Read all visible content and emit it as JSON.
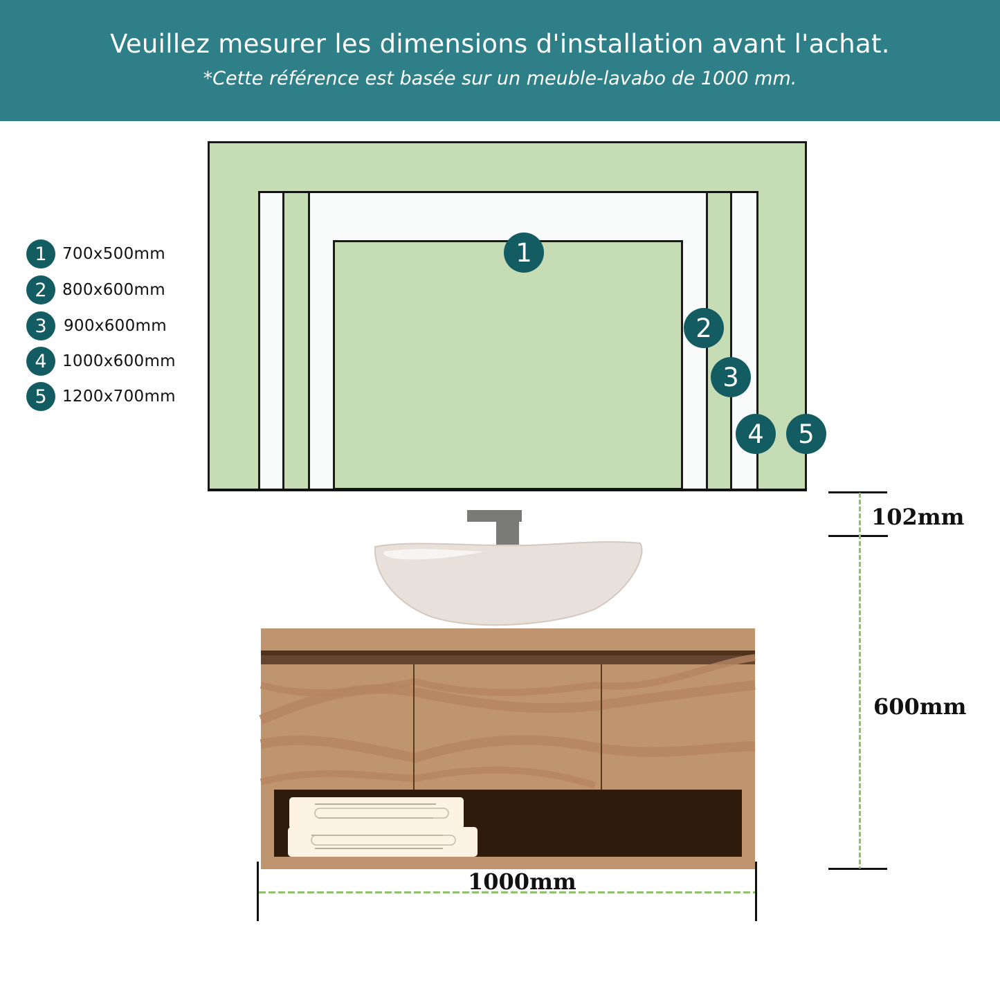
{
  "header": {
    "title": "Veuillez mesurer les dimensions d'installation avant l'achat.",
    "subtitle": "*Cette référence est basée sur un meuble-lavabo de 1000 mm.",
    "background_color": "#2e7f88"
  },
  "legend": {
    "items": [
      {
        "number": "1",
        "size": "700x500mm"
      },
      {
        "number": "2",
        "size": "800x600mm"
      },
      {
        "number": "3",
        "size": "900x600mm"
      },
      {
        "number": "4",
        "size": "1000x600mm"
      },
      {
        "number": "5",
        "size": "1200x700mm"
      }
    ],
    "badge_color": "#135c62"
  },
  "mirror_frames": {
    "colors": {
      "green": "#c6dcb5",
      "white": "#f9fbfa",
      "border": "#1a1a1a"
    },
    "badges": [
      "1",
      "2",
      "3",
      "4",
      "5"
    ]
  },
  "dimensions": {
    "gap_label": "102mm",
    "height_label": "600mm",
    "width_label": "1000mm",
    "dash_color": "#8fc06b"
  },
  "illustration": {
    "items": [
      "faucet",
      "vessel-sink",
      "wooden-vanity-cabinet",
      "towels"
    ]
  }
}
